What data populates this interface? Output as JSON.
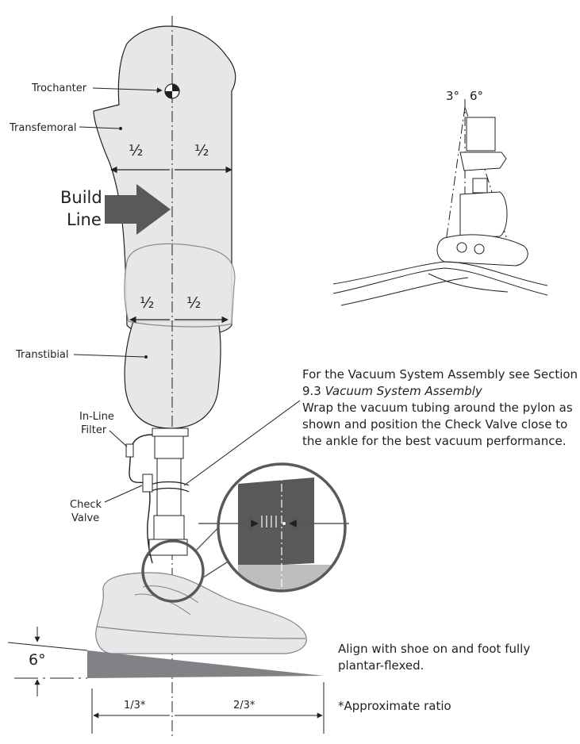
{
  "labels": {
    "trochanter": "Trochanter",
    "transfemoral": "Transfemoral",
    "build": "Build",
    "line": "Line",
    "half_upper_left": "½",
    "half_upper_right": "½",
    "half_lower_left": "½",
    "half_lower_right": "½",
    "transtibial": "Transtibial",
    "inline_1": "In-Line",
    "inline_2": "Filter",
    "check_1": "Check",
    "check_2": "Valve",
    "angle_3": "3°",
    "angle_6_top": "6°",
    "angle_6_wedge": "6°",
    "ratio_left": "1/3*",
    "ratio_right": "2/3*"
  },
  "vacuum_note": {
    "line1": "For the Vacuum System Assembly see Section",
    "line2_prefix": "9.3 ",
    "line2_italic": "Vacuum System Assembly",
    "line3": "Wrap the vacuum tubing around the pylon as",
    "line4": "shown and position the Check Valve close to",
    "line5": "the ankle for the best vacuum performance."
  },
  "align_note": {
    "line1": "Align with shoe on and foot fully",
    "line2": "plantar-flexed."
  },
  "ratio_note": "*Approximate ratio",
  "colors": {
    "socket_fill": "#e6e7e8",
    "arrow_fill": "#58595b",
    "wedge_fill": "#808285",
    "zoom_dark": "#58595b",
    "zoom_light": "#bcbec0",
    "stroke": "#231f20"
  }
}
